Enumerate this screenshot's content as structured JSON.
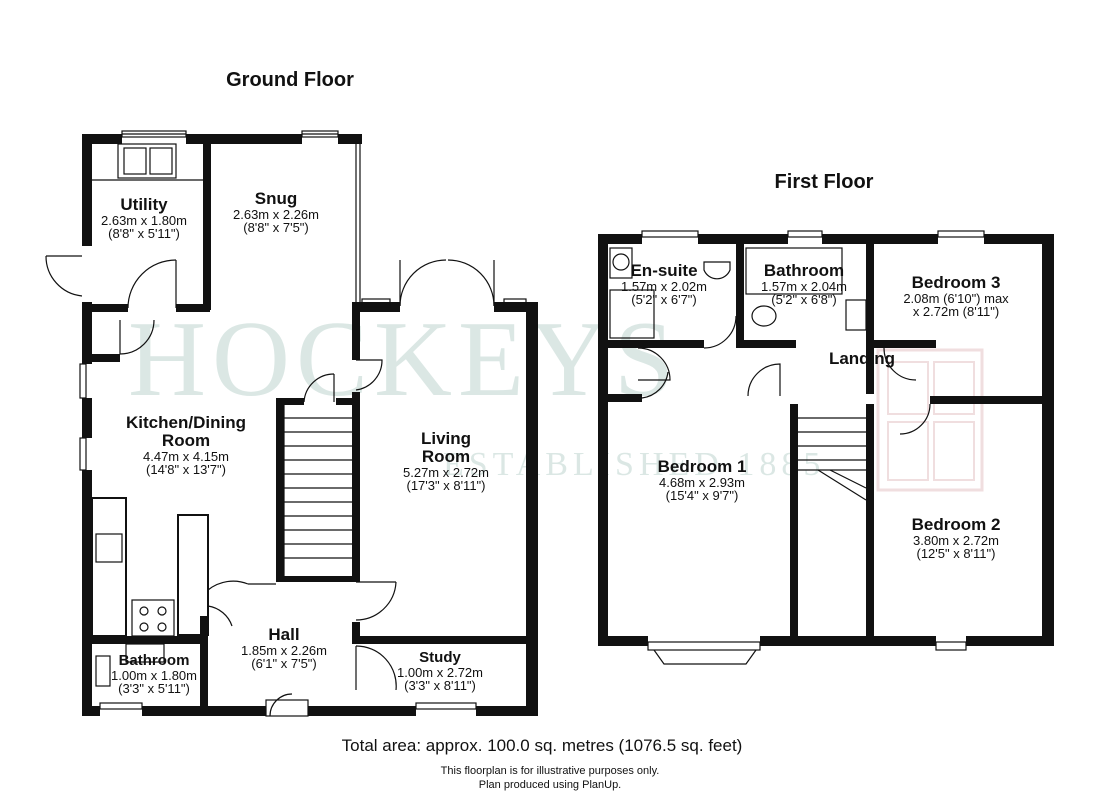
{
  "floors": {
    "ground": "Ground Floor",
    "first": "First Floor"
  },
  "watermark": {
    "brand": "HOCKEYS",
    "tagline": "ESTABLISHED 1885",
    "color": "#cfe0dc"
  },
  "rooms": {
    "utility": {
      "name": "Utility",
      "metric": "2.63m x 1.80m",
      "imperial": "(8'8\" x 5'11\")"
    },
    "snug": {
      "name": "Snug",
      "metric": "2.63m x 2.26m",
      "imperial": "(8'8\" x 7'5\")"
    },
    "kitchen": {
      "name1": "Kitchen/Dining",
      "name2": "Room",
      "metric": "4.47m x 4.15m",
      "imperial": "(14'8\" x 13'7\")"
    },
    "living": {
      "name1": "Living",
      "name2": "Room",
      "metric": "5.27m x 2.72m",
      "imperial": "(17'3\" x 8'11\")"
    },
    "hall": {
      "name": "Hall",
      "metric": "1.85m x 2.26m",
      "imperial": "(6'1\" x 7'5\")"
    },
    "bathroom_ground": {
      "name": "Bathroom",
      "metric": "1.00m x 1.80m",
      "imperial": "(3'3\" x 5'11\")"
    },
    "study": {
      "name": "Study",
      "metric": "1.00m x 2.72m",
      "imperial": "(3'3\" x 8'11\")"
    },
    "ensuite": {
      "name": "En-suite",
      "metric": "1.57m x 2.02m",
      "imperial": "(5'2\" x 6'7\")"
    },
    "bathroom_first": {
      "name": "Bathroom",
      "metric": "1.57m x 2.04m",
      "imperial": "(5'2\" x 6'8\")"
    },
    "bedroom3": {
      "name": "Bedroom 3",
      "metric": "2.08m (6'10\") max",
      "imperial": "x 2.72m (8'11\")"
    },
    "landing": {
      "name": "Landing"
    },
    "bedroom1": {
      "name": "Bedroom 1",
      "metric": "4.68m x 2.93m",
      "imperial": "(15'4\" x 9'7\")"
    },
    "bedroom2": {
      "name": "Bedroom 2",
      "metric": "3.80m x 2.72m",
      "imperial": "(12'5\" x 8'11\")"
    }
  },
  "footer": {
    "total": "Total area: approx. 100.0 sq. metres (1076.5 sq. feet)",
    "disclaimer": "This floorplan is for illustrative purposes only.",
    "credit": "Plan produced using PlanUp."
  },
  "colors": {
    "wall": "#111111",
    "fixture": "#777777"
  }
}
